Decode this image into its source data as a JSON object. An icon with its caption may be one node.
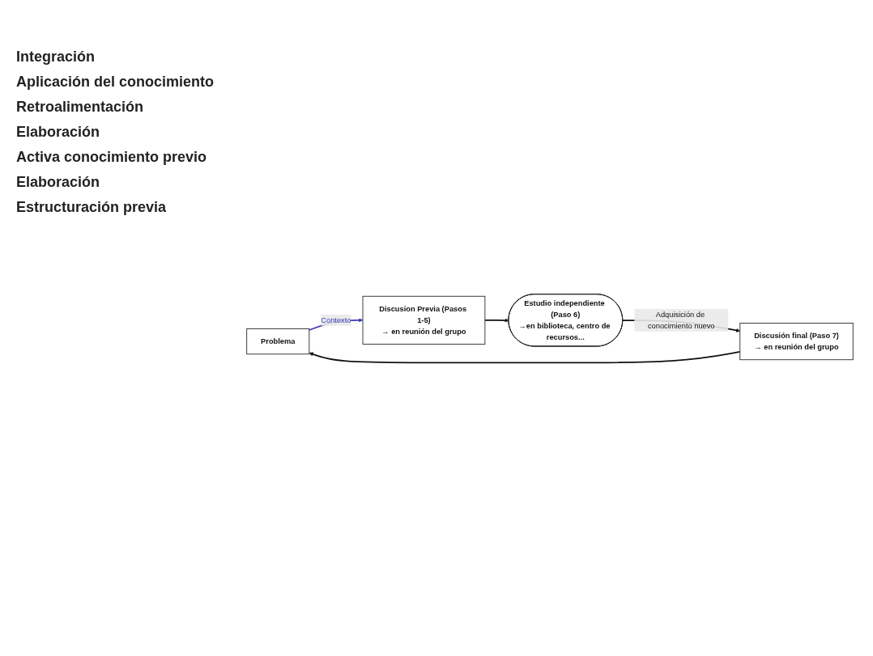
{
  "diagram": {
    "nodes": [
      {
        "text": [
          "Problema"
        ]
      },
      {
        "text": [
          "Discusion Previa (Pasos 1-5)",
          "→ en reunión del grupo"
        ]
      },
      {
        "text": [
          "Estudio independiente (Paso 6)",
          "→en biblioteca, centro de recursos..."
        ]
      },
      {
        "text": [
          "Discusión final (Paso 7)",
          "→ en reunión del grupo"
        ]
      }
    ],
    "edges": [
      {
        "from": 0,
        "to": 1,
        "arrow": "to",
        "label": "Contexto",
        "color": "#3a3ab4"
      },
      {
        "from": 1,
        "to": 2,
        "arrow": "to"
      },
      {
        "from": 2,
        "to": 3,
        "arrow": "to",
        "label": "Adquisición de conocimiento nuevo"
      },
      {
        "from": 3,
        "to": 0,
        "arrow": "to"
      }
    ],
    "labels": [
      "Integración",
      "Aplicación del conocimiento",
      "Retroalimentación",
      "Elaboración",
      "Activa conocimiento previo",
      "Elaboración",
      "Estructuración previa"
    ]
  }
}
